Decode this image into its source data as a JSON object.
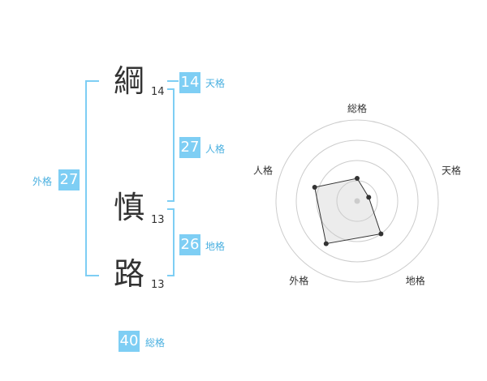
{
  "accent": "#7ecef4",
  "label_color": "#4ab0e0",
  "characters": [
    {
      "char": "綱",
      "strokes": "14"
    },
    {
      "char": "慎",
      "strokes": "13"
    },
    {
      "char": "路",
      "strokes": "13"
    }
  ],
  "fortunes": {
    "tenkaku": {
      "value": "14",
      "label": "天格"
    },
    "jinkaku": {
      "value": "27",
      "label": "人格"
    },
    "chikaku": {
      "value": "26",
      "label": "地格"
    },
    "gaikaku": {
      "value": "27",
      "label": "外格"
    },
    "soukaku": {
      "value": "40",
      "label": "総格"
    }
  },
  "chart_data": {
    "type": "radar",
    "axes": [
      "総格",
      "天格",
      "地格",
      "外格",
      "人格"
    ],
    "values": [
      0.28,
      0.15,
      0.5,
      0.65,
      0.55
    ],
    "rings": 4
  }
}
